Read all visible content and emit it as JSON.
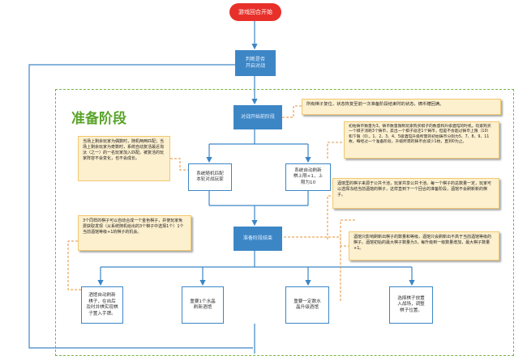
{
  "diagram": {
    "start": "游戏回合开始",
    "decide": "判断是否\n开启对战",
    "section_title": "准备阶段",
    "proc_reset": "对战开始前阶段",
    "proc_match": "准备阶段结束",
    "left_box1": "系统随机匹配\n本轮对战玩家",
    "right_box1": "系统自动刷新\n棋上限+1，上\n限为10",
    "bottom_boxes": [
      "酒馆自动刷新\n棋子，在自后\n及时并棋实现棋\n子置入手牌。",
      "重要1个水晶\n刷新酒馆",
      "重要一定数水\n晶升级酒馆",
      "选择棋子放置\n入战场，调整\n棋子位置。"
    ],
    "notes": {
      "note_reset": "所有棋子复位，状态恢复至前一次准备阶段结束时的状态，铸币槽回满。",
      "note_match": "当场上剩余玩家为偶数时，随机两两匹配；当场上剩余玩家为奇数时，系统自动复活最近淘汰（之一）的一名玩家加入匹配。被复活的玩家阵容不会变化，也不会成长。",
      "note_coin": "初始铸币数量为3。铸币数量限制玩家购买棋子的数量和升级酒馆的时机。玩家购买一个棋子消耗3个铸币，卖出一个棋子返还1个铸币，但是不会超过铸币上限（10）和下限（0）。1、2、3、4、5级酒馆升级所需的初始铸币分别为5、7、8、9、11枚，每经过一个准备阶段，升级所需的铸币会减少1枚，直到0为止。",
      "note_pool": "酒馆里的棋子来源于公共卡池，玩家共享公共卡池。每一个棋子的总数量一定，玩家可以选择冻结当前酒馆的棋子，这样直到下一个回合的准备阶段，酒馆不会刷新新的棋子。",
      "note_triple": "3个同样的棋子可以自动合成一个金色棋子，并使玩家免费获取发现（从系统随机给出的3个棋子中选择1个）1个当前酒馆等级+1的棋子的机会。",
      "note_level": "酒馆只影响刷新出棋子的数量和等级，酒馆只会刷新出不高于当前酒馆等级的棋子。酒馆初始的最大棋子数量为3，每升级到一级数量增加，最大棋子数量+1。"
    }
  }
}
